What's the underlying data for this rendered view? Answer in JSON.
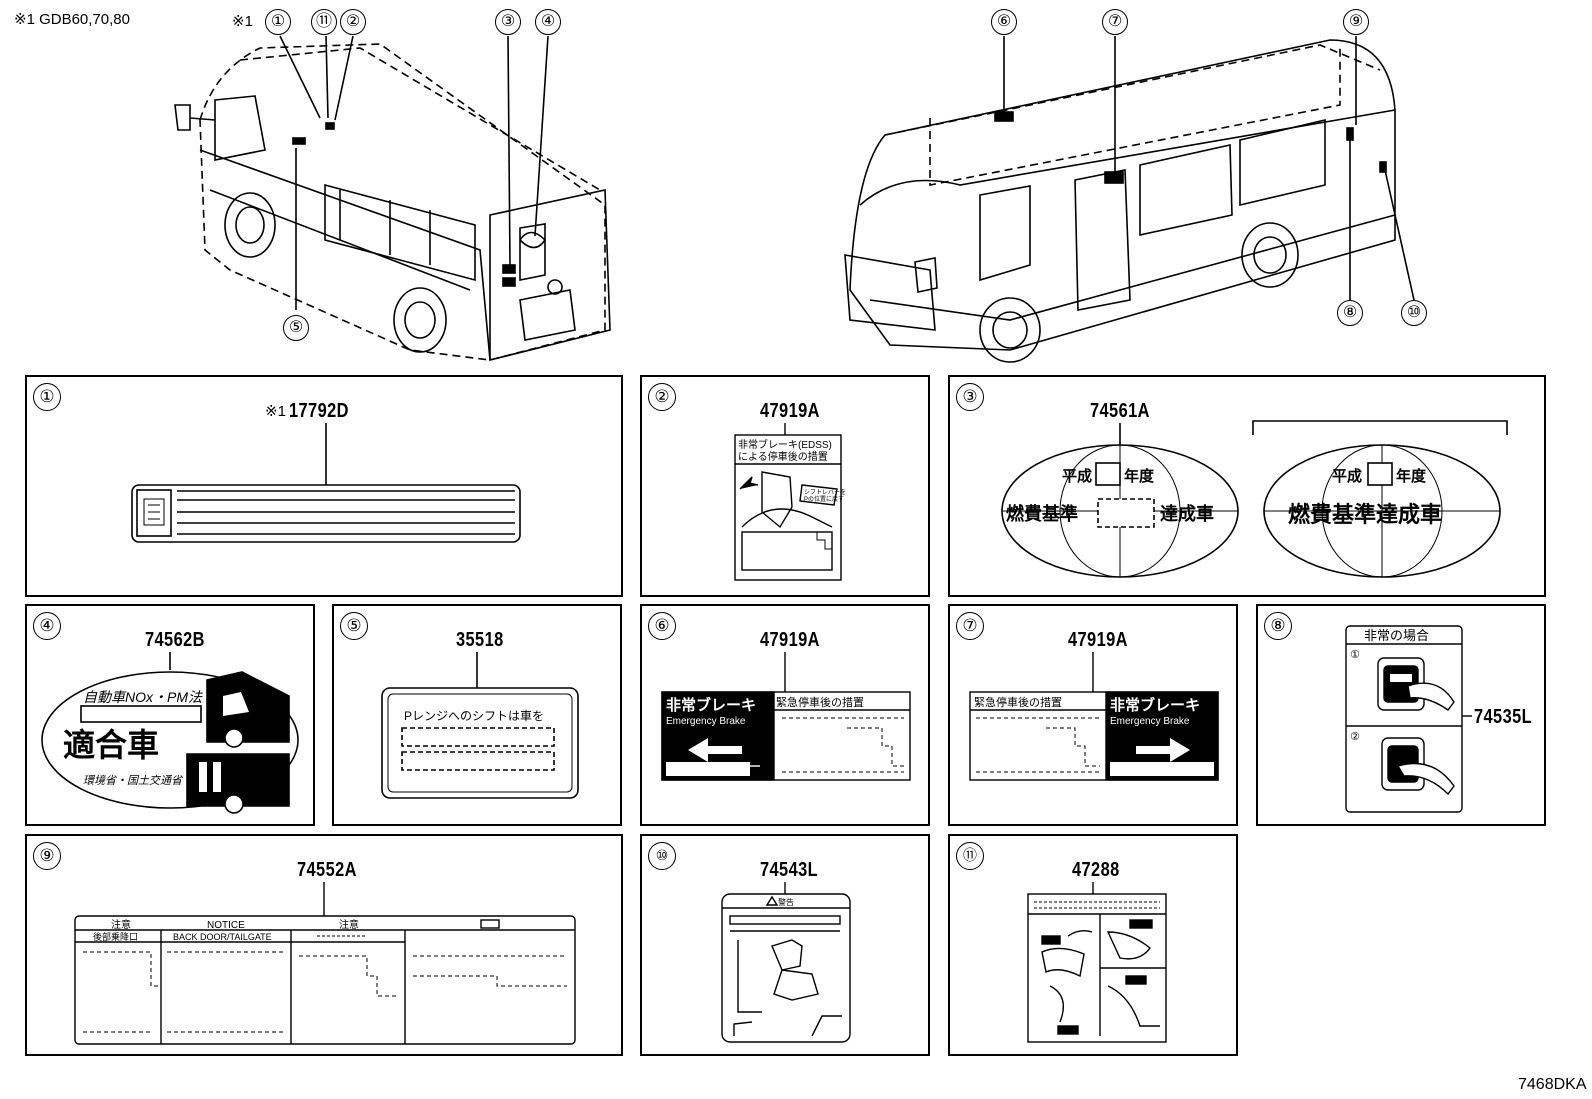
{
  "header_note": "※1 GDB60,70,80",
  "footer_code": "7468DKA",
  "callouts": {
    "c1_prefix": "※1",
    "c1": "①",
    "c11": "⑪",
    "c2": "②",
    "c3": "③",
    "c4": "④",
    "c5": "⑤",
    "c6": "⑥",
    "c7": "⑦",
    "c9": "⑨",
    "c8": "⑧",
    "c10": "⑩"
  },
  "panels": {
    "p1": {
      "num": "①",
      "part_prefix": "※1",
      "part": "17792D"
    },
    "p2": {
      "num": "②",
      "part": "47919A",
      "line1": "非常ブレーキ(EDSS)",
      "line2": "による停車後の措置",
      "bubble1": "シフトレバーを",
      "bubble2": "Pの位置に戻す"
    },
    "p3": {
      "num": "③",
      "part": "74561A",
      "heisei": "平成",
      "nendo": "年度",
      "left_a": "燃費基準",
      "left_b": "達成車",
      "right_full": "燃費基準達成車"
    },
    "p4": {
      "num": "④",
      "part": "74562B",
      "line1": "自動車NOx・PM法",
      "line2": "適合車",
      "line3": "環境省・国土交通省"
    },
    "p5": {
      "num": "⑤",
      "part": "35518",
      "line1": "Pレンジへのシフトは車を"
    },
    "p6": {
      "num": "⑥",
      "part": "47919A",
      "title_jp": "非常ブレーキ",
      "title_en": "Emergency  Brake",
      "header": "緊急停車後の措置"
    },
    "p7": {
      "num": "⑦",
      "part": "47919A",
      "title_jp": "非常ブレーキ",
      "title_en": "Emergency  Brake",
      "header": "緊急停車後の措置"
    },
    "p8": {
      "num": "⑧",
      "part": "74535L",
      "title": "非常の場合",
      "step1": "①",
      "step2": "②"
    },
    "p9": {
      "num": "⑨",
      "part": "74552A",
      "h1": "注意",
      "h2": "NOTICE",
      "h3": "注意",
      "sub1": "後部乗降口",
      "sub2": "BACK  DOOR/TAILGATE"
    },
    "p10": {
      "num": "⑩",
      "part": "74543L",
      "warn": "警告"
    },
    "p11": {
      "num": "⑪",
      "part": "47288"
    }
  }
}
